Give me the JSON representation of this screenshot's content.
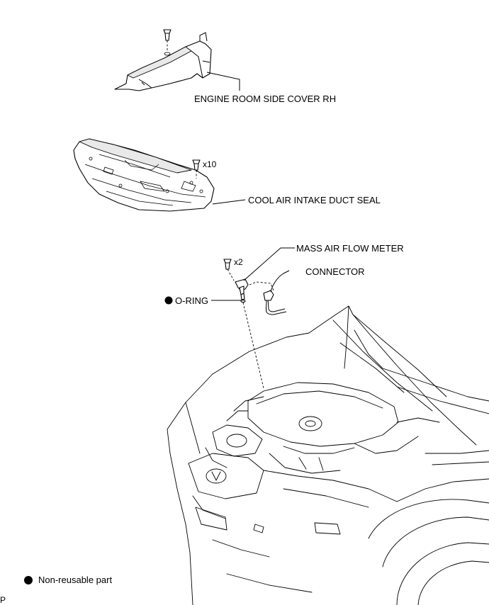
{
  "callouts": {
    "side_cover": "ENGINE ROOM SIDE COVER RH",
    "duct_seal": "COOL AIR INTAKE DUCT SEAL",
    "clip_qty": "x10",
    "maf_meter": "MASS AIR FLOW METER",
    "bolt_qty": "x2",
    "connector": "CONNECTOR",
    "o_ring": "O-RING"
  },
  "legend": {
    "symbol": "filled-circle-icon",
    "text": "Non-reusable part"
  },
  "corner_mark": "P"
}
